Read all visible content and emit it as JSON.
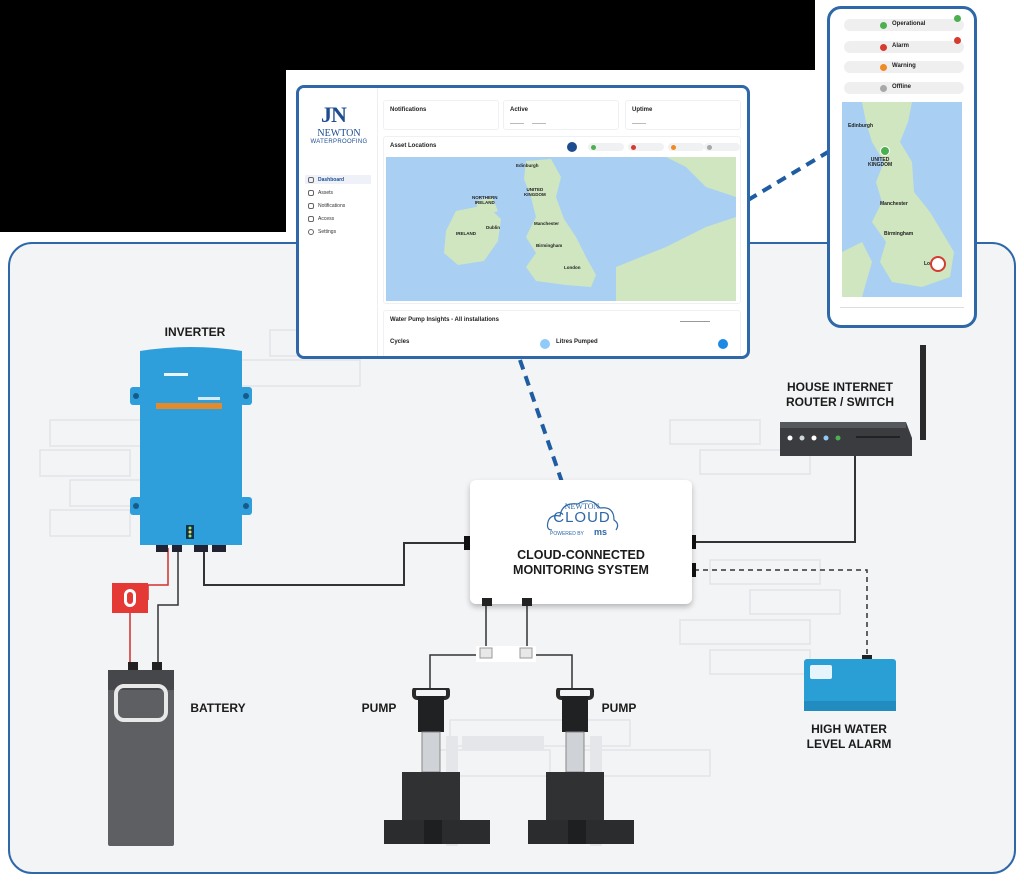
{
  "labels": {
    "inverter": "INVERTER",
    "battery": "BATTERY",
    "pump_left": "PUMP",
    "pump_right": "PUMP",
    "router_line1": "HOUSE INTERNET",
    "router_line2": "ROUTER / SWITCH",
    "alarm_line1": "HIGH WATER",
    "alarm_line2": "LEVEL ALARM",
    "monitor_line1": "CLOUD-CONNECTED",
    "monitor_line2": "MONITORING SYSTEM"
  },
  "cloud_logo": {
    "brand": "NEWTON",
    "product": "CLOUD",
    "powered": "POWERED BY",
    "partner": "ms"
  },
  "dashboard": {
    "logo_initials": "JN",
    "logo_name": "NEWTON",
    "logo_sub": "WATERPROOFING",
    "nav": [
      {
        "label": "Dashboard",
        "icon": "home-icon"
      },
      {
        "label": "Assets",
        "icon": "users-icon"
      },
      {
        "label": "Notifications",
        "icon": "bell-icon"
      },
      {
        "label": "Access",
        "icon": "lock-icon"
      },
      {
        "label": "Settings",
        "icon": "gear-icon"
      }
    ],
    "cards": {
      "notifications": "Notifications",
      "active": "Active",
      "uptime": "Uptime"
    },
    "asset_locations": "Asset Locations",
    "map_labels": {
      "edinburgh": "Edinburgh",
      "uk": "UNITED\nKINGDOM",
      "ni": "NORTHERN\nIRELAND",
      "dublin": "Dublin",
      "ireland": "IRELAND",
      "manchester": "Manchester",
      "birmingham": "Birmingham",
      "london": "London"
    },
    "insights_title": "Water Pump Insights - All installations",
    "cycles": "Cycles",
    "litres": "Litres Pumped"
  },
  "phone": {
    "statuses": [
      {
        "label": "Operational",
        "color": "#4caf50"
      },
      {
        "label": "Alarm",
        "color": "#d63b30"
      },
      {
        "label": "Warning",
        "color": "#f08a24"
      },
      {
        "label": "Offline",
        "color": "#a8a8a8"
      }
    ],
    "map_labels": {
      "edinburgh": "Edinburgh",
      "uk": "UNITED\nKINGDOM",
      "manchester": "Manchester",
      "birmingham": "Birmingham",
      "london": "Lon"
    }
  },
  "colors": {
    "frame": "#2e68a8",
    "dash_line": "#1f5da3",
    "inverter": "#2f9fdc",
    "fuse": "#e53935",
    "alarm_box": "#2a9fd6",
    "battery": "#5d5f63",
    "pump": "#2f3133"
  }
}
